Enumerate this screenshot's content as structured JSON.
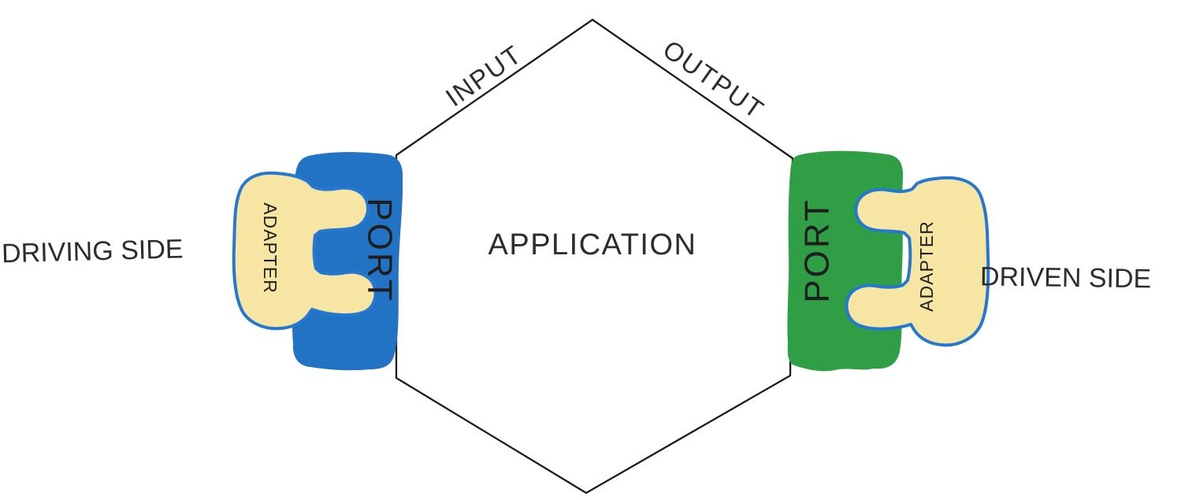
{
  "diagram": {
    "application_label": "APPLICATION",
    "input_label": "INPUT",
    "output_label": "OUTPUT",
    "driving_side_label": "DRIVING SIDE",
    "driven_side_label": "DRIVEN SIDE",
    "left": {
      "port_label": "PORT",
      "adapter_label": "ADAPTER"
    },
    "right": {
      "port_label": "PORT",
      "adapter_label": "ADAPTER"
    },
    "colors": {
      "left_port_fill": "#2373C4",
      "right_port_fill": "#2F9E45",
      "adapter_fill": "#F7E6A3",
      "adapter_stroke": "#2478D2",
      "outline": "#1C1C1C",
      "label_text": "#2D2D2D",
      "port_text": "#1E1E1E"
    }
  }
}
